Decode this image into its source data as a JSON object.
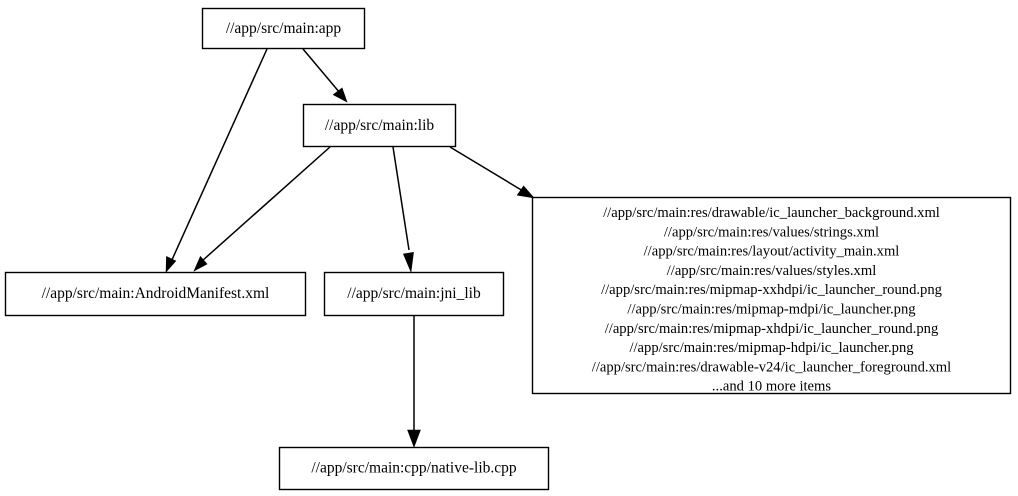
{
  "diagram": {
    "type": "dependency-graph",
    "title": "",
    "background_color": "#ffffff",
    "node_stroke_color": "#000000",
    "node_fill_color": "#ffffff",
    "edge_color": "#000000",
    "nodes": [
      {
        "id": "app",
        "label": "//app/src/main:app"
      },
      {
        "id": "lib",
        "label": "//app/src/main:lib"
      },
      {
        "id": "manifest",
        "label": "//app/src/main:AndroidManifest.xml"
      },
      {
        "id": "jni_lib",
        "label": "//app/src/main:jni_lib"
      },
      {
        "id": "nativelib",
        "label": "//app/src/main:cpp/native-lib.cpp"
      }
    ],
    "resource_cluster": {
      "id": "res_cluster",
      "lines": [
        "//app/src/main:res/drawable/ic_launcher_background.xml",
        "//app/src/main:res/values/strings.xml",
        "//app/src/main:res/layout/activity_main.xml",
        "//app/src/main:res/values/styles.xml",
        "//app/src/main:res/mipmap-xxhdpi/ic_launcher_round.png",
        "//app/src/main:res/mipmap-mdpi/ic_launcher.png",
        "//app/src/main:res/mipmap-xhdpi/ic_launcher_round.png",
        "//app/src/main:res/mipmap-hdpi/ic_launcher.png",
        "//app/src/main:res/drawable-v24/ic_launcher_foreground.xml",
        "...and 10 more items"
      ],
      "overflow_count": 10
    },
    "edges": [
      {
        "from": "app",
        "to": "manifest"
      },
      {
        "from": "app",
        "to": "lib"
      },
      {
        "from": "lib",
        "to": "manifest"
      },
      {
        "from": "lib",
        "to": "jni_lib"
      },
      {
        "from": "lib",
        "to": "res_cluster"
      },
      {
        "from": "jni_lib",
        "to": "nativelib"
      }
    ]
  }
}
